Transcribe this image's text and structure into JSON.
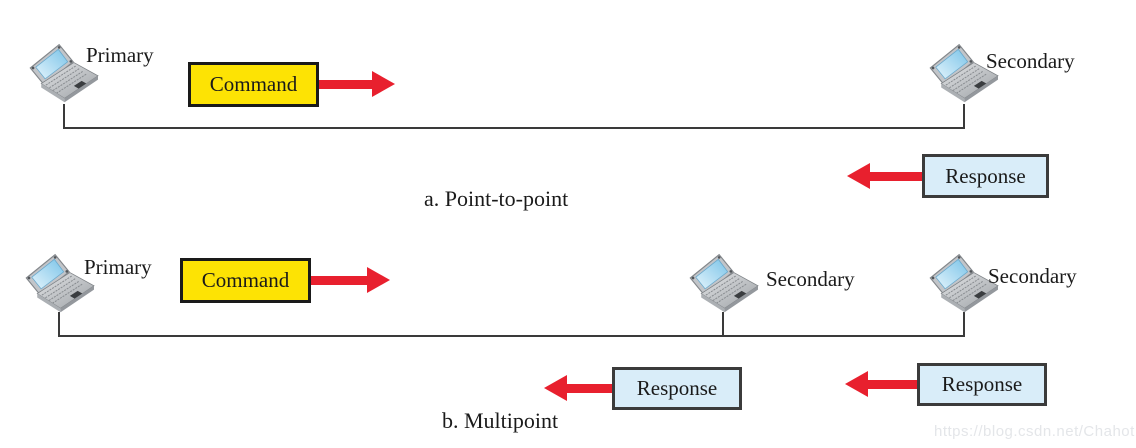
{
  "colors": {
    "command_fill": "#fde304",
    "command_border": "#1a1a1a",
    "response_fill": "#d9edf9",
    "response_border": "#3b3b3b",
    "arrow": "#e8202e",
    "wire": "#3a3a3a",
    "text": "#1a1a1a",
    "watermark": "#e4e6e9"
  },
  "section_a": {
    "caption": "a. Point-to-point",
    "nodes": [
      {
        "role": "primary",
        "label": "Primary",
        "icon": "laptop-icon"
      },
      {
        "role": "secondary",
        "label": "Secondary",
        "icon": "laptop-icon"
      }
    ],
    "command": {
      "label": "Command",
      "direction": "right"
    },
    "response": {
      "label": "Response",
      "direction": "left"
    }
  },
  "section_b": {
    "caption": "b. Multipoint",
    "nodes": [
      {
        "role": "primary",
        "label": "Primary",
        "icon": "laptop-icon"
      },
      {
        "role": "secondary",
        "label": "Secondary",
        "icon": "laptop-icon"
      },
      {
        "role": "secondary",
        "label": "Secondary",
        "icon": "laptop-icon"
      }
    ],
    "command": {
      "label": "Command",
      "direction": "right"
    },
    "responses": [
      {
        "label": "Response",
        "direction": "left"
      },
      {
        "label": "Response",
        "direction": "left"
      }
    ]
  },
  "watermark": {
    "text": "https://blog.csdn.net/Chahot"
  }
}
